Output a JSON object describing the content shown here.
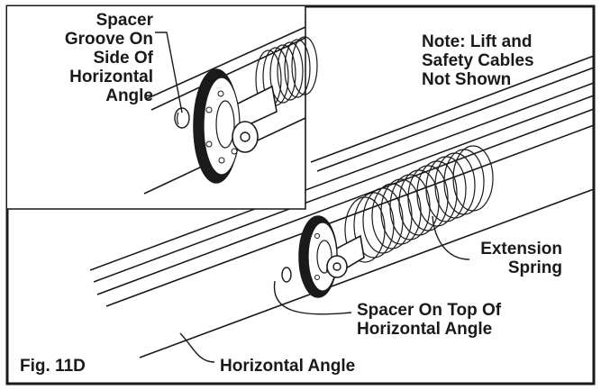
{
  "figure": {
    "fig_label": "Fig. 11D",
    "note": "Note: Lift and\nSafety Cables\nNot Shown",
    "inset": {
      "callout": "Spacer\nGroove On\nSide Of\nHorizontal\nAngle"
    },
    "callouts": {
      "extension_spring": "Extension\nSpring",
      "spacer_on_top": "Spacer On Top Of\nHorizontal Angle",
      "horizontal_angle": "Horizontal Angle"
    }
  }
}
